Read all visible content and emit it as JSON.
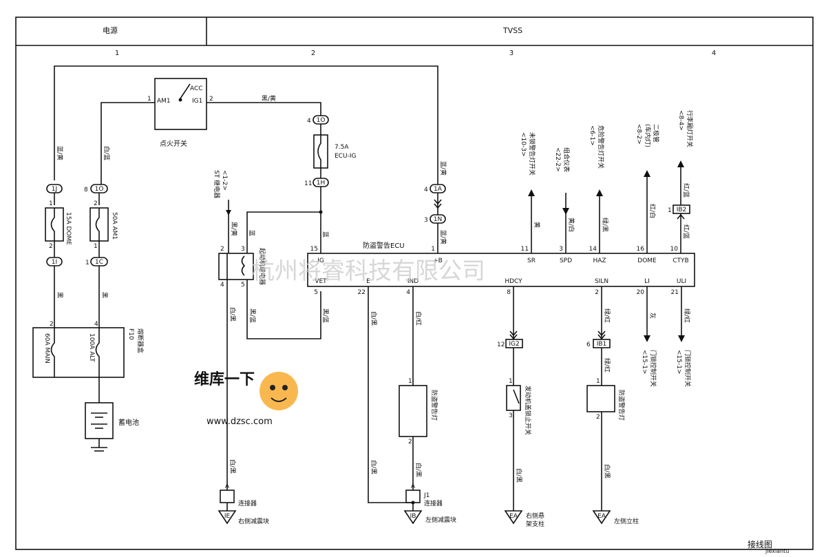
{
  "header": {
    "left": "电源",
    "right": "TVSS",
    "cols": [
      "1",
      "2",
      "3",
      "4"
    ]
  },
  "ign": {
    "label": "点火开关",
    "am1": "AM1",
    "acc": "ACC",
    "ig1": "IG1",
    "p1": "1",
    "p2": "2"
  },
  "fuse_ig": {
    "amp": "7.5A",
    "name": "ECU-IG",
    "c_top": "1O",
    "c_bot": "1H",
    "p4": "4",
    "p11": "11"
  },
  "fuse_dome": {
    "amp": "15A DOME",
    "c": "1J",
    "c2": "1I",
    "p1": "1",
    "p2": "2"
  },
  "fuse_am1": {
    "amp": "50A AM1",
    "c": "1O",
    "c2": "1C",
    "p8": "8",
    "p2": "2",
    "p1": "1",
    "p1b": "1"
  },
  "fusebox": {
    "code": "F10",
    "name": "熔断器盒",
    "main": "60A MAIN",
    "alt": "100A ALT",
    "p2": "2",
    "p4": "4"
  },
  "battery": {
    "label": "蓄电池"
  },
  "wires": {
    "bl_y": "蓝/黄",
    "w_bl": "白/蓝",
    "bk_y": "黑/黄",
    "b": "黑",
    "bl": "蓝",
    "bk_bl": "黑/蓝",
    "w_bk": "白/黑",
    "w_r": "白/红",
    "y": "黄",
    "y_w": "黄/白",
    "g_bk": "绿/黑",
    "r_w": "红/白",
    "r_bl": "红/蓝",
    "g_r": "绿/红",
    "gray": "灰"
  },
  "relay": {
    "label": "起动机继电器",
    "st": "ST 继电器",
    "st_ref": "<1-2>",
    "p2": "2",
    "p3": "3",
    "p4": "4",
    "p5": "5"
  },
  "ecu": {
    "title": "防盗警告ECU",
    "top": [
      {
        "pin": "15",
        "name": "IG"
      },
      {
        "pin": "1",
        "name": "+B"
      },
      {
        "pin": "11",
        "name": "SR"
      },
      {
        "pin": "3",
        "name": "SPD"
      },
      {
        "pin": "14",
        "name": "HAZ"
      },
      {
        "pin": "16",
        "name": "DOME"
      },
      {
        "pin": "10",
        "name": "CTYB"
      }
    ],
    "bottom": [
      {
        "pin": "5",
        "name": "VET"
      },
      {
        "pin": "22",
        "name": "E"
      },
      {
        "pin": "4",
        "name": "IND"
      },
      {
        "pin": "8",
        "name": "HDCY"
      },
      {
        "pin": "2",
        "name": "SILN"
      },
      {
        "pin": "20",
        "name": "LI"
      },
      {
        "pin": "21",
        "name": "ULI"
      }
    ]
  },
  "pos_b": {
    "c1": "1A",
    "c2": "1N",
    "p4": "4",
    "p3": "3"
  },
  "targets": {
    "sr": {
      "name": "未锁警告灯开关",
      "ref": "<10-3>"
    },
    "spd": {
      "name": "组合仪表",
      "ref": "<22-2>"
    },
    "haz": {
      "name": "危险警告灯开关",
      "ref": "<6-1>"
    },
    "dome": {
      "name": "二极管",
      "sub": "(车内灯)",
      "ref": "<8-2>"
    },
    "ctyb": {
      "name": "行李厢灯开关",
      "ref": "<8-4>"
    },
    "li": {
      "name": "门锁控制开关",
      "ref": "<15-1>"
    },
    "uli": {
      "name": "门锁控制开关",
      "ref": "<15-1>"
    }
  },
  "ib2": {
    "c": "IB2",
    "p": "1"
  },
  "ig2": {
    "c": "IG2",
    "p": "12"
  },
  "ib1": {
    "c": "IB1",
    "p": "6"
  },
  "ind_lamp": {
    "label": "防盗警告灯",
    "p1": "1",
    "p2": "2"
  },
  "hood_sw": {
    "label": "发动机盖锁止开关",
    "p1": "1",
    "p3": "3"
  },
  "horn": {
    "label": "防盗警告灯",
    "p1": "1",
    "p2": "2"
  },
  "j1": {
    "code": "J1",
    "label": "连接器",
    "a": "A"
  },
  "conn_left": {
    "label": "连接器",
    "a": "A"
  },
  "grounds": {
    "ie": {
      "code": "IE",
      "label": "右侧减震块"
    },
    "ib": {
      "code": "IB",
      "label": "左侧减震块"
    },
    "ea1": {
      "code": "EA",
      "label1": "右侧悬",
      "label2": "架支柱"
    },
    "ea2": {
      "code": "EA",
      "label": "左侧立柱"
    }
  },
  "watermark": {
    "company": "杭州将睿科技有限公司",
    "site": "维库一下",
    "url": "www.dzsc.com",
    "corner": "接线图",
    "corner_url": "jiexiantu"
  }
}
